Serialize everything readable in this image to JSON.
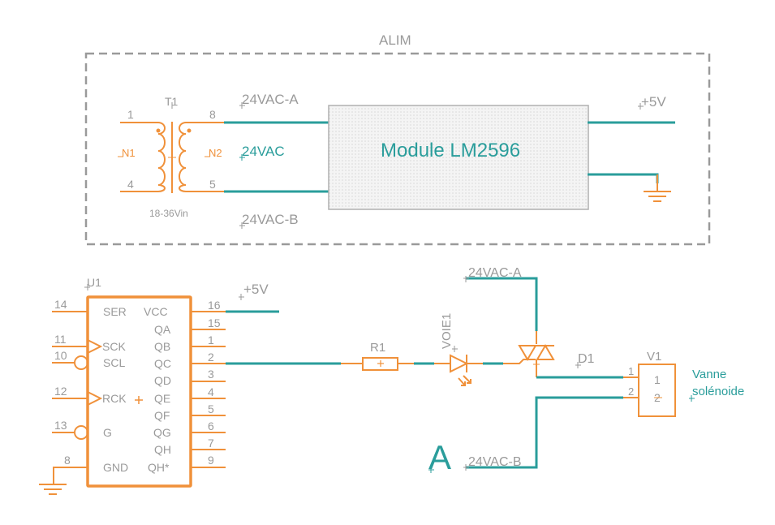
{
  "colors": {
    "wire": "#2a9d9b",
    "part": "#f0913a",
    "label": "#9a9a9a",
    "frame": "#9a9a9a",
    "module_fill": "#eeeeee"
  },
  "frame": {
    "label": "ALIM"
  },
  "transformer": {
    "name": "T1",
    "value": "18-36Vin",
    "winding_primary": "N1",
    "winding_secondary": "N2",
    "pins": {
      "p1": "1",
      "p4": "4",
      "p8": "8",
      "p5": "5"
    }
  },
  "nets": {
    "ac_a": "24VAC-A",
    "ac": "24VAC",
    "ac_b": "24VAC-B",
    "vcc": "+5V",
    "vcc2": "+5V",
    "ac_a2": "24VAC-A",
    "ac_b2": "24VAC-B"
  },
  "module": {
    "label": "Module LM2596"
  },
  "ic": {
    "name": "U1",
    "left_pins": [
      {
        "num": "14",
        "label": "SER"
      },
      {
        "num": "11",
        "label": "SCK"
      },
      {
        "num": "10",
        "label": "SCL"
      },
      {
        "num": "12",
        "label": "RCK"
      },
      {
        "num": "13",
        "label": "G"
      },
      {
        "num": "8",
        "label": "GND"
      }
    ],
    "right_pins": [
      {
        "num": "16",
        "label": "VCC"
      },
      {
        "num": "15",
        "label": "QA"
      },
      {
        "num": "1",
        "label": "QB"
      },
      {
        "num": "2",
        "label": "QC"
      },
      {
        "num": "3",
        "label": "QD"
      },
      {
        "num": "4",
        "label": "QE"
      },
      {
        "num": "5",
        "label": "QF"
      },
      {
        "num": "6",
        "label": "QG"
      },
      {
        "num": "7",
        "label": "QH"
      },
      {
        "num": "9",
        "label": "QH*"
      }
    ]
  },
  "resistor": {
    "name": "R1"
  },
  "led": {
    "name": "VOIE1"
  },
  "triac": {
    "name": "D1"
  },
  "valve": {
    "name": "V1",
    "description_line1": "Vanne",
    "description_line2": "solénoide",
    "pins": [
      {
        "num": "1",
        "inner": "1"
      },
      {
        "num": "2",
        "inner": "2"
      }
    ]
  },
  "sheet_marker": {
    "label": "A"
  }
}
